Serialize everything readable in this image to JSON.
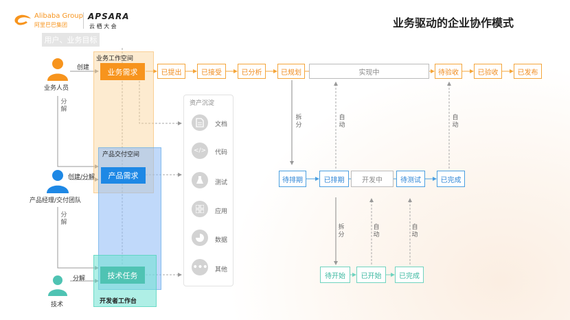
{
  "header": {
    "logo1_en": "Alibaba Group",
    "logo1_cn": "阿里巴巴集团",
    "logo2_en": "APSARA",
    "logo2_cn": "云 栖 大 会",
    "slide_title": "业务驱动的企业协作模式"
  },
  "roles": {
    "business": "业务人员",
    "product": "产品经理/交付团队",
    "tech": "技术"
  },
  "edges": {
    "create": "创建",
    "decompose_a": "分解",
    "create_decompose": "创建/分解",
    "decompose_b": "分解",
    "decompose_c": "分解",
    "split_a": "拆分",
    "auto_a": "自动",
    "auto_b": "自动",
    "split_b": "拆分",
    "auto_c": "自动",
    "auto_d": "自动"
  },
  "spaces": {
    "top_label": "用户、业务目标",
    "business_space": "业务工作空间",
    "business_need": "业务需求",
    "product_space": "产品交付空间",
    "product_need": "产品需求",
    "tech_task": "技术任务",
    "dev_space": "开发者工作台"
  },
  "assets": {
    "title": "资产沉淀",
    "items": [
      {
        "label": "文档",
        "icon": "document-icon"
      },
      {
        "label": "代码",
        "icon": "code-icon"
      },
      {
        "label": "测试",
        "icon": "flask-icon"
      },
      {
        "label": "应用",
        "icon": "grid-icon"
      },
      {
        "label": "数据",
        "icon": "pie-icon"
      },
      {
        "label": "其他",
        "icon": "more-icon"
      }
    ]
  },
  "flow_business": [
    "已提出",
    "已接受",
    "已分析",
    "已规划",
    "实现中",
    "待验收",
    "已验收",
    "已发布"
  ],
  "flow_product": [
    "待排期",
    "已排期",
    "开发中",
    "待测试",
    "已完成"
  ],
  "flow_tech": [
    "待开始",
    "已开始",
    "已完成"
  ],
  "colors": {
    "orange": "#f7941d",
    "blue": "#1e88e5",
    "teal": "#4fd1b8",
    "person": "#f7941d",
    "person_blue": "#1e88e5",
    "person_teal": "#4fc3b3"
  }
}
